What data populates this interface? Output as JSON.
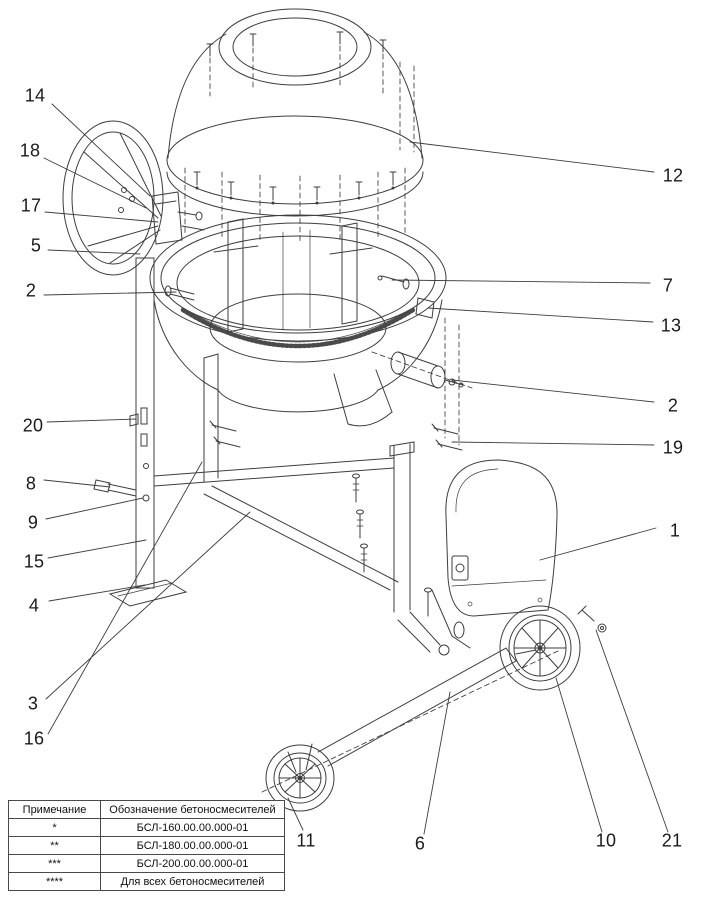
{
  "callouts": [
    {
      "label": "14"
    },
    {
      "label": "18"
    },
    {
      "label": "17"
    },
    {
      "label": "5"
    },
    {
      "label": "2"
    },
    {
      "label": "12"
    },
    {
      "label": "7"
    },
    {
      "label": "13"
    },
    {
      "label": "2"
    },
    {
      "label": "19"
    },
    {
      "label": "1"
    },
    {
      "label": "20"
    },
    {
      "label": "8"
    },
    {
      "label": "9"
    },
    {
      "label": "15"
    },
    {
      "label": "4"
    },
    {
      "label": "3"
    },
    {
      "label": "16"
    },
    {
      "label": "11"
    },
    {
      "label": "6"
    },
    {
      "label": "10"
    },
    {
      "label": "21"
    }
  ],
  "notes_table": {
    "headers": [
      "Примечание",
      "Обозначение бетоносмесителей"
    ],
    "rows": [
      [
        "*",
        "БСЛ-160.00.00.000-01"
      ],
      [
        "**",
        "БСЛ-180.00.00.000-01"
      ],
      [
        "***",
        "БСЛ-200.00.00.000-01"
      ],
      [
        "****",
        "Для всех бетоносмесителей"
      ]
    ]
  }
}
